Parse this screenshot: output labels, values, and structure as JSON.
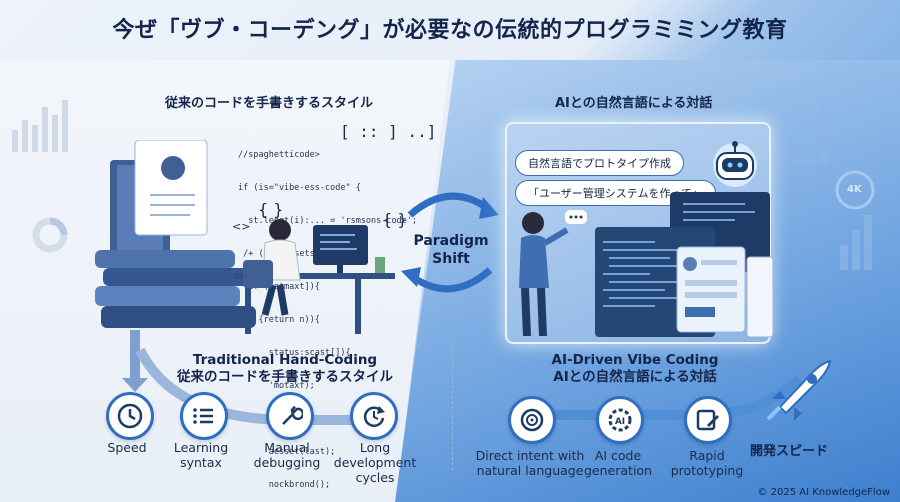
{
  "title": "今ぜ「ヴブ・コーデング」が必要なの伝統的プログラミミング教育",
  "left": {
    "header": "従来のコードを手書きするスタイル",
    "code_lines": [
      "//spaghetticode>",
      "if (is=\"vibe-ess-code\" {",
      "  st.lengt(i):... = 'rsmsons-code';",
      " /+ (ms aessets){",
      "  if (iatmaxt]){",
      "    {return n)){",
      "      status:scast[]){",
      "      'motaxf);",
      "  ); + + + =-",
      "      aesset(last);",
      "      nockbrond();"
    ],
    "bracket_art": "[ :: ] ..]",
    "brace_left": "{ }",
    "brace_right": "{ }",
    "tag": "<>",
    "section_title_en": "Traditional Hand-Coding",
    "section_title_ja": "従来のコードを手書きするスタイル",
    "steps": [
      {
        "label": "Speed",
        "icon": "clock-icon"
      },
      {
        "label": "Learning\nsyntax",
        "icon": "list-icon"
      },
      {
        "label": "Manual\ndebugging",
        "icon": "wrench-icon"
      },
      {
        "label": "Long\ndevelopment\ncycles",
        "icon": "cycle-icon"
      }
    ]
  },
  "center": {
    "paradigm_line1": "Paradigm",
    "paradigm_line2": "Shift"
  },
  "right": {
    "header": "AIとの自然言語による対話",
    "bubble1": "自然言語でプロトタイプ作成",
    "bubble2": "「ユーザー管理システムを作って」",
    "section_title_en": "AI-Driven Vibe Coding",
    "section_title_ja": "AIとの自然言語による対話",
    "steps": [
      {
        "label": "Direct intent with\nnatural language",
        "icon": "target-icon"
      },
      {
        "label": "AI code\ngeneration",
        "icon": "ai-gear-icon"
      },
      {
        "label": "Rapid\nprototyping",
        "icon": "edit-icon"
      }
    ],
    "speed_label": "開発スピード",
    "badge_4k": "4K"
  },
  "footer": "© 2025 AI KnowledgeFlow",
  "colors": {
    "accent": "#2f6ec2",
    "dark": "#13254a",
    "panel": "#1e3a66"
  }
}
